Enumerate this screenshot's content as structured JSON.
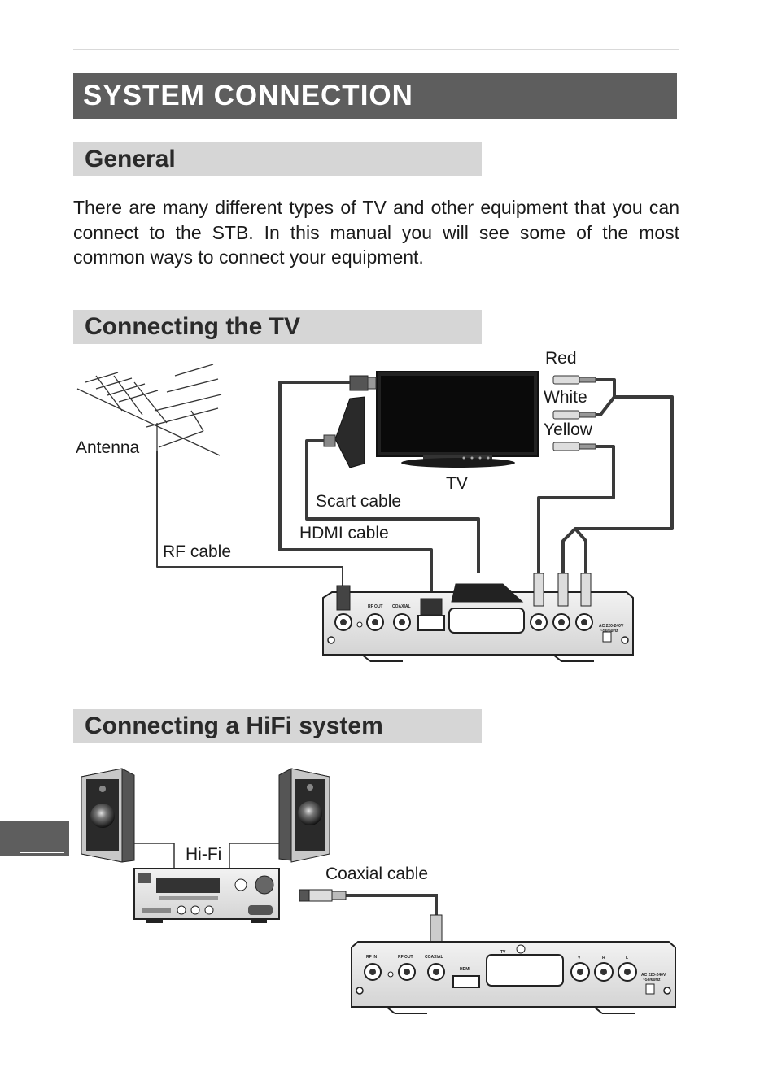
{
  "page": {
    "title": "SYSTEM CONNECTION",
    "general": {
      "heading": "General",
      "text": "There are many different types of TV and other equipment that you can connect to the STB. In this manual you will see some of the most common ways to connect your equipment."
    },
    "tv_section": {
      "heading": "Connecting the TV",
      "labels": {
        "red": "Red",
        "white": "White",
        "yellow": "Yellow",
        "antenna": "Antenna",
        "tv": "TV",
        "scart_cable": "Scart cable",
        "hdmi_cable": "HDMI cable",
        "rf_cable": "RF cable"
      },
      "stb_ports": {
        "rf_out": "RF OUT",
        "coaxial": "COAXIAL",
        "power": "AC 220-240V",
        "power2": "~50/60Hz"
      }
    },
    "hifi_section": {
      "heading": "Connecting a HiFi system",
      "labels": {
        "hifi": "Hi-Fi",
        "coaxial_cable": "Coaxial cable"
      },
      "stb_ports": {
        "rf_in": "RF IN",
        "rf_out": "RF OUT",
        "coaxial": "COAXIAL",
        "hdmi": "HDMI",
        "tv": "TV",
        "v": "V",
        "r": "R",
        "l": "L",
        "power": "AC 220-240V",
        "power2": "~50/60Hz"
      }
    }
  },
  "colors": {
    "title_bar": "#5e5e5e",
    "section_bar": "#d6d6d6",
    "cable": "#3a3a3a"
  }
}
